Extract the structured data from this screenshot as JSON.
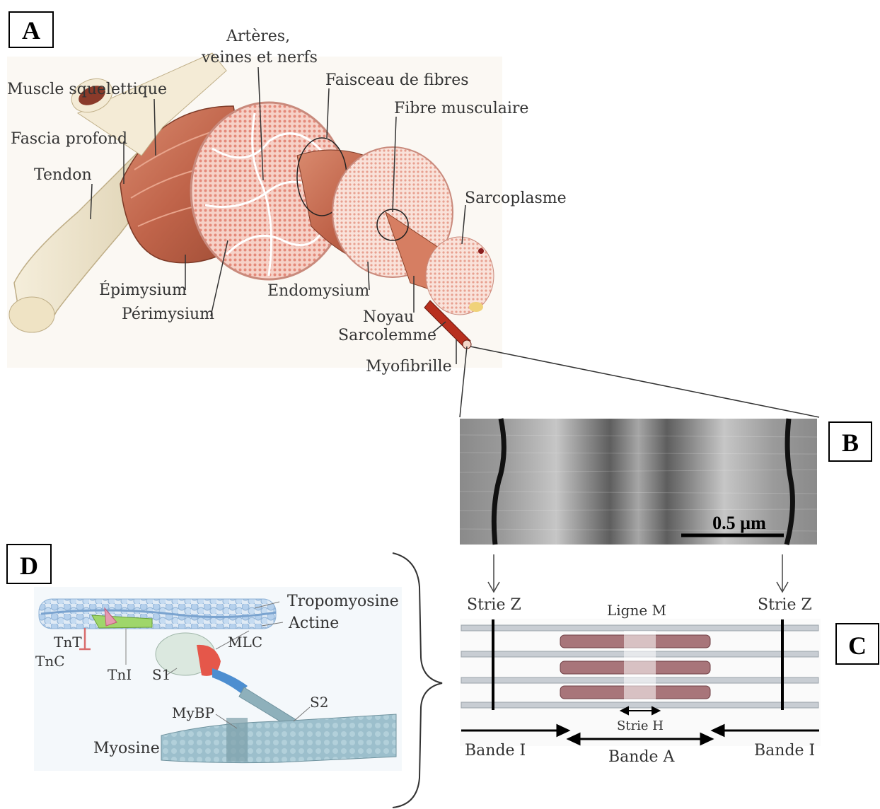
{
  "panels": {
    "A": "A",
    "B": "B",
    "C": "C",
    "D": "D"
  },
  "panel_a": {
    "labels": {
      "arteres_1": "Artères,",
      "arteres_2": "veines et nerfs",
      "faisceau": "Faisceau de fibres",
      "fibre": "Fibre musculaire",
      "muscle": "Muscle squelettique",
      "fascia": "Fascia profond",
      "tendon": "Tendon",
      "sarcoplasme": "Sarcoplasme",
      "epimysium": "Épimysium",
      "perimysium": "Périmysium",
      "endomysium": "Endomysium",
      "noyau": "Noyau",
      "sarcolemme": "Sarcolemme",
      "myofibrille": "Myofibrille"
    }
  },
  "panel_b": {
    "scale_bar": "0.5 µm"
  },
  "panel_c": {
    "labels": {
      "strie_z_left": "Strie Z",
      "strie_z_right": "Strie Z",
      "ligne_m": "Ligne M",
      "strie_h": "Strie H",
      "bande_i_left": "Bande I",
      "bande_a": "Bande A",
      "bande_i_right": "Bande I"
    }
  },
  "panel_d": {
    "labels": {
      "tropomyosine": "Tropomyosine",
      "actine": "Actine",
      "tnt": "TnT",
      "tnc": "TnC",
      "tni": "TnI",
      "s1": "S1",
      "mlc": "MLC",
      "s2": "S2",
      "mybp": "MyBP",
      "myosine": "Myosine"
    }
  },
  "colors": {
    "muscle": "#c8735a",
    "muscle_dark": "#a4523b",
    "fascicle_pink": "#f2b7aa",
    "tendon": "#efe6cf",
    "actin": "#b8d4ee",
    "myosin": "#93b7c5",
    "mlc": "#e55a4a",
    "s1": "#d9e7de"
  }
}
